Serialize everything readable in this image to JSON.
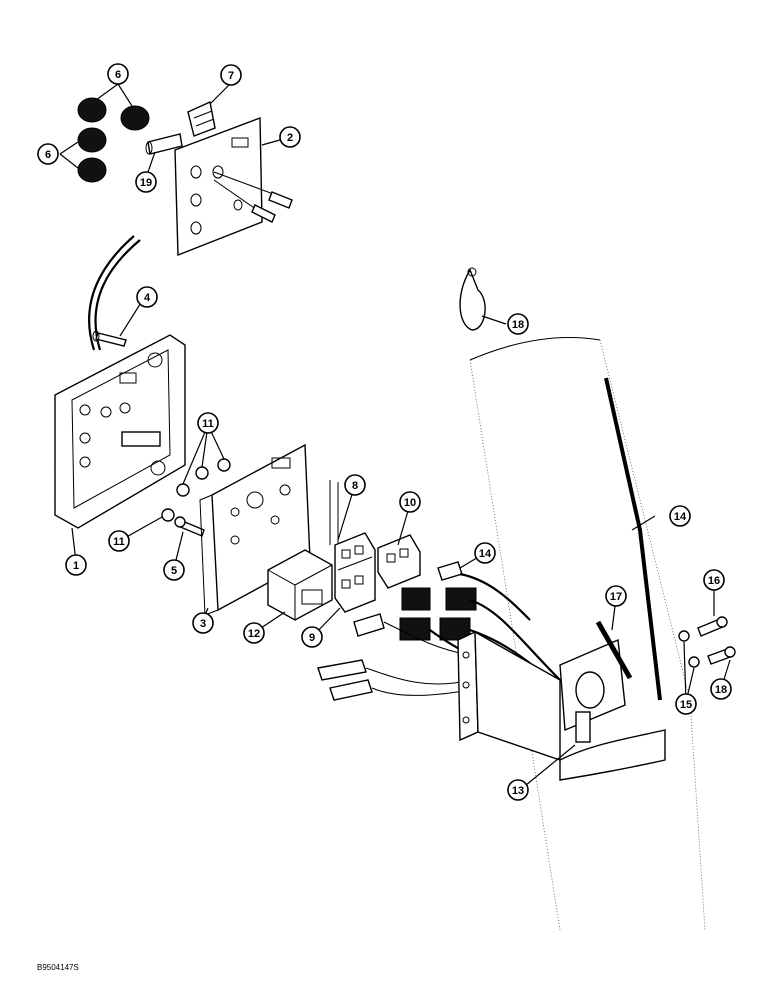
{
  "figure": {
    "code": "B9504147S"
  },
  "callouts": [
    {
      "id": "c1",
      "label": "1"
    },
    {
      "id": "c2",
      "label": "2"
    },
    {
      "id": "c3",
      "label": "3"
    },
    {
      "id": "c4",
      "label": "4"
    },
    {
      "id": "c5",
      "label": "5"
    },
    {
      "id": "c6a",
      "label": "6"
    },
    {
      "id": "c6b",
      "label": "6"
    },
    {
      "id": "c7",
      "label": "7"
    },
    {
      "id": "c8",
      "label": "8"
    },
    {
      "id": "c9",
      "label": "9"
    },
    {
      "id": "c10",
      "label": "10"
    },
    {
      "id": "c11a",
      "label": "11"
    },
    {
      "id": "c11b",
      "label": "11"
    },
    {
      "id": "c12",
      "label": "12"
    },
    {
      "id": "c13",
      "label": "13"
    },
    {
      "id": "c14a",
      "label": "14"
    },
    {
      "id": "c14b",
      "label": "14"
    },
    {
      "id": "c15",
      "label": "15"
    },
    {
      "id": "c16",
      "label": "16"
    },
    {
      "id": "c17",
      "label": "17"
    },
    {
      "id": "c18a",
      "label": "18"
    },
    {
      "id": "c18b",
      "label": "18"
    },
    {
      "id": "c19",
      "label": "19"
    }
  ]
}
